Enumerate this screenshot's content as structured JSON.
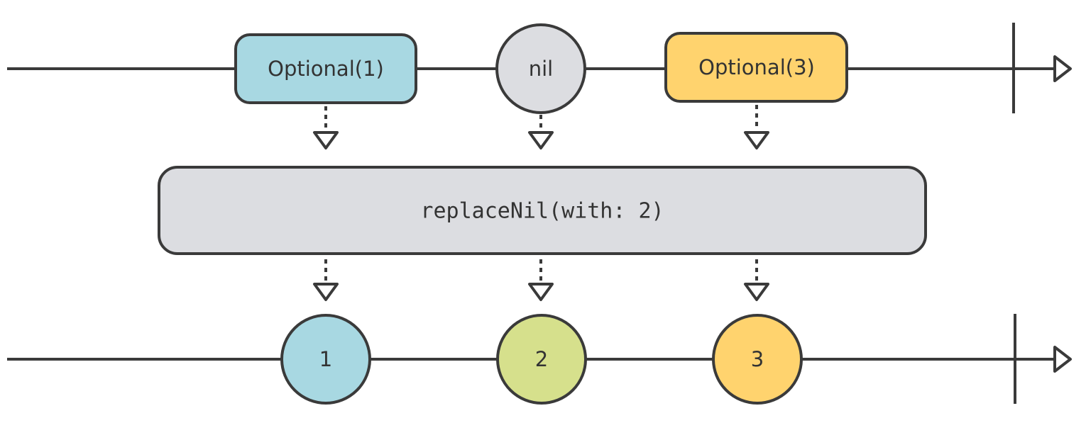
{
  "colors": {
    "line": "#3a3a3a",
    "blue": "#a8d8e2",
    "gray": "#dcdde1",
    "yellow": "#ffd36e",
    "green": "#d6e08c",
    "operator_box": "#dcdde1"
  },
  "input": {
    "marbles": [
      {
        "label": "Optional(1)",
        "shape": "rounded-rect",
        "color": "#a8d8e2"
      },
      {
        "label": "nil",
        "shape": "circle",
        "color": "#dcdde1"
      },
      {
        "label": "Optional(3)",
        "shape": "rounded-rect",
        "color": "#ffd36e"
      }
    ]
  },
  "operator": {
    "label": "replaceNil(with: 2)"
  },
  "output": {
    "marbles": [
      {
        "label": "1",
        "shape": "circle",
        "color": "#a8d8e2"
      },
      {
        "label": "2",
        "shape": "circle",
        "color": "#d6e08c"
      },
      {
        "label": "3",
        "shape": "circle",
        "color": "#ffd36e"
      }
    ]
  }
}
